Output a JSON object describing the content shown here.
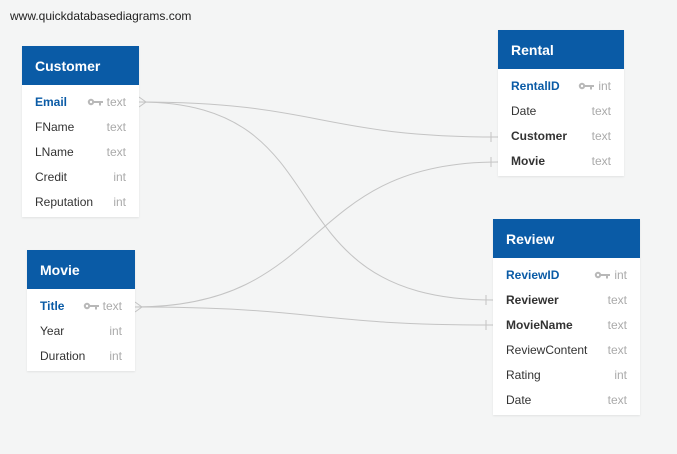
{
  "watermark": "www.quickdatabasediagrams.com",
  "colors": {
    "header": "#0a5ba6",
    "link": "#c4c4c4",
    "background": "#f4f5f5"
  },
  "tables": {
    "customer": {
      "name": "Customer",
      "fields": [
        {
          "name": "Email",
          "type": "text",
          "pk": true
        },
        {
          "name": "FName",
          "type": "text"
        },
        {
          "name": "LName",
          "type": "text"
        },
        {
          "name": "Credit",
          "type": "int"
        },
        {
          "name": "Reputation",
          "type": "int"
        }
      ]
    },
    "movie": {
      "name": "Movie",
      "fields": [
        {
          "name": "Title",
          "type": "text",
          "pk": true
        },
        {
          "name": "Year",
          "type": "int"
        },
        {
          "name": "Duration",
          "type": "int"
        }
      ]
    },
    "rental": {
      "name": "Rental",
      "fields": [
        {
          "name": "RentalID",
          "type": "int",
          "pk": true
        },
        {
          "name": "Date",
          "type": "text"
        },
        {
          "name": "Customer",
          "type": "text",
          "fk": true
        },
        {
          "name": "Movie",
          "type": "text",
          "fk": true
        }
      ]
    },
    "review": {
      "name": "Review",
      "fields": [
        {
          "name": "ReviewID",
          "type": "int",
          "pk": true
        },
        {
          "name": "Reviewer",
          "type": "text",
          "fk": true
        },
        {
          "name": "MovieName",
          "type": "text",
          "fk": true
        },
        {
          "name": "ReviewContent",
          "type": "text"
        },
        {
          "name": "Rating",
          "type": "int"
        },
        {
          "name": "Date",
          "type": "text"
        }
      ]
    }
  },
  "relationships": [
    {
      "from": "Customer.Email",
      "to": "Rental.Customer"
    },
    {
      "from": "Customer.Email",
      "to": "Review.Reviewer"
    },
    {
      "from": "Movie.Title",
      "to": "Rental.Movie"
    },
    {
      "from": "Movie.Title",
      "to": "Review.MovieName"
    }
  ]
}
